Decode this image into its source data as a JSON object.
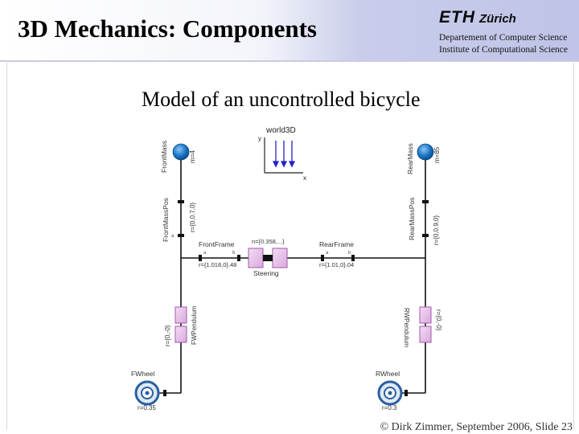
{
  "header": {
    "title": "3D Mechanics: Components",
    "institution_main": "ETH",
    "institution_city": "Zürich",
    "department_line1": "Departement of Computer Science",
    "department_line2": "Institute of Computational Science"
  },
  "slide": {
    "subtitle": "Model of an uncontrolled bicycle",
    "footer": "© Dirk Zimmer, September 2006, Slide 23"
  },
  "diagram": {
    "world_label": "world3D",
    "axis_x": "x",
    "axis_y": "y",
    "front_mass_label": "FrontMass",
    "front_mass_value": "m=4",
    "rear_mass_label": "RearMass",
    "rear_mass_value": "m=85",
    "front_mass_pos_label": "FrontMassPos",
    "front_mass_pos_value": "r={0,0.7,0}",
    "rear_mass_pos_label": "RearMassPos",
    "rear_mass_pos_value": "r={0,0.9,0}",
    "front_frame_label": "FrontFrame",
    "front_frame_value": "r={1.018,0}.48",
    "steering_label": "Steering",
    "steering_value": "n={0.358,...}",
    "rear_frame_label": "RearFrame",
    "rear_frame_value": "r={1.01,0}.04",
    "front_pendulum_label": "FWPendulum",
    "front_pendulum_value": "r={0,-0}",
    "rear_pendulum_label": "RWPendulum",
    "rear_pendulum_value": "r={0,-0}",
    "front_wheel_label": "FWheel",
    "front_wheel_value": "r=0.35",
    "rear_wheel_label": "RWheel",
    "rear_wheel_value": "r=0.3",
    "port_a": "a",
    "port_b": "b",
    "colors": {
      "component_fill": "#e6c6ea",
      "component_stroke": "#a25aaa",
      "mass_sphere": "#1e78c8",
      "wheel_ring": "#2a5fa0"
    }
  }
}
